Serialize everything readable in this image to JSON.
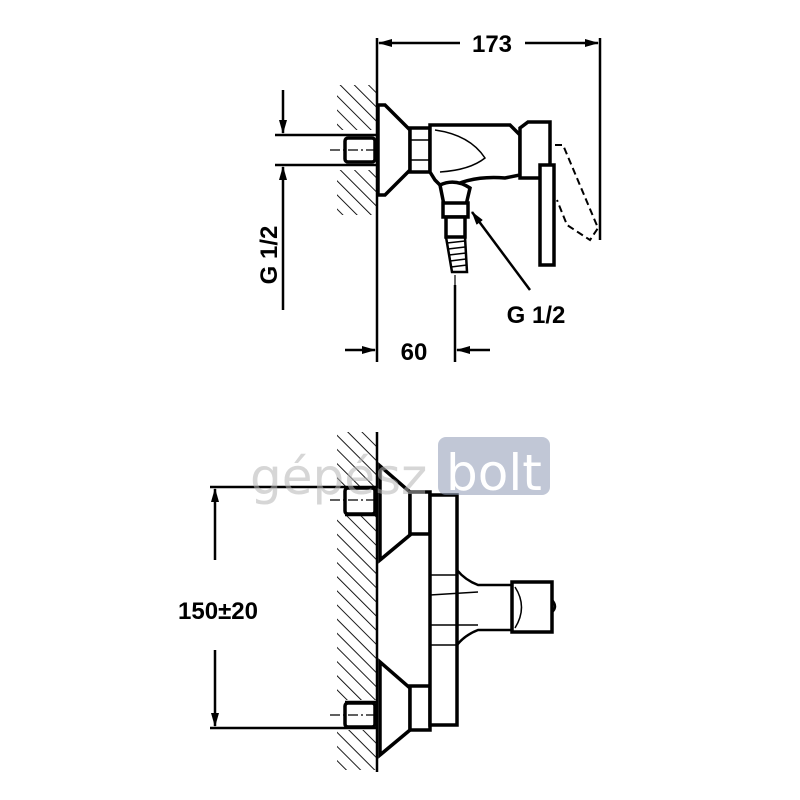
{
  "title": "Shower mixer dimension drawing",
  "dimensions": {
    "total_depth": "173",
    "wall_to_outlet": "60",
    "inlet_thread": "G 1/2",
    "outlet_thread": "G 1/2",
    "inlet_spacing": "150±20"
  },
  "watermark": {
    "part1": "gépész",
    "part2": "bolt"
  },
  "colors": {
    "line": "#000000",
    "watermark_box": "#8f9bb5"
  }
}
